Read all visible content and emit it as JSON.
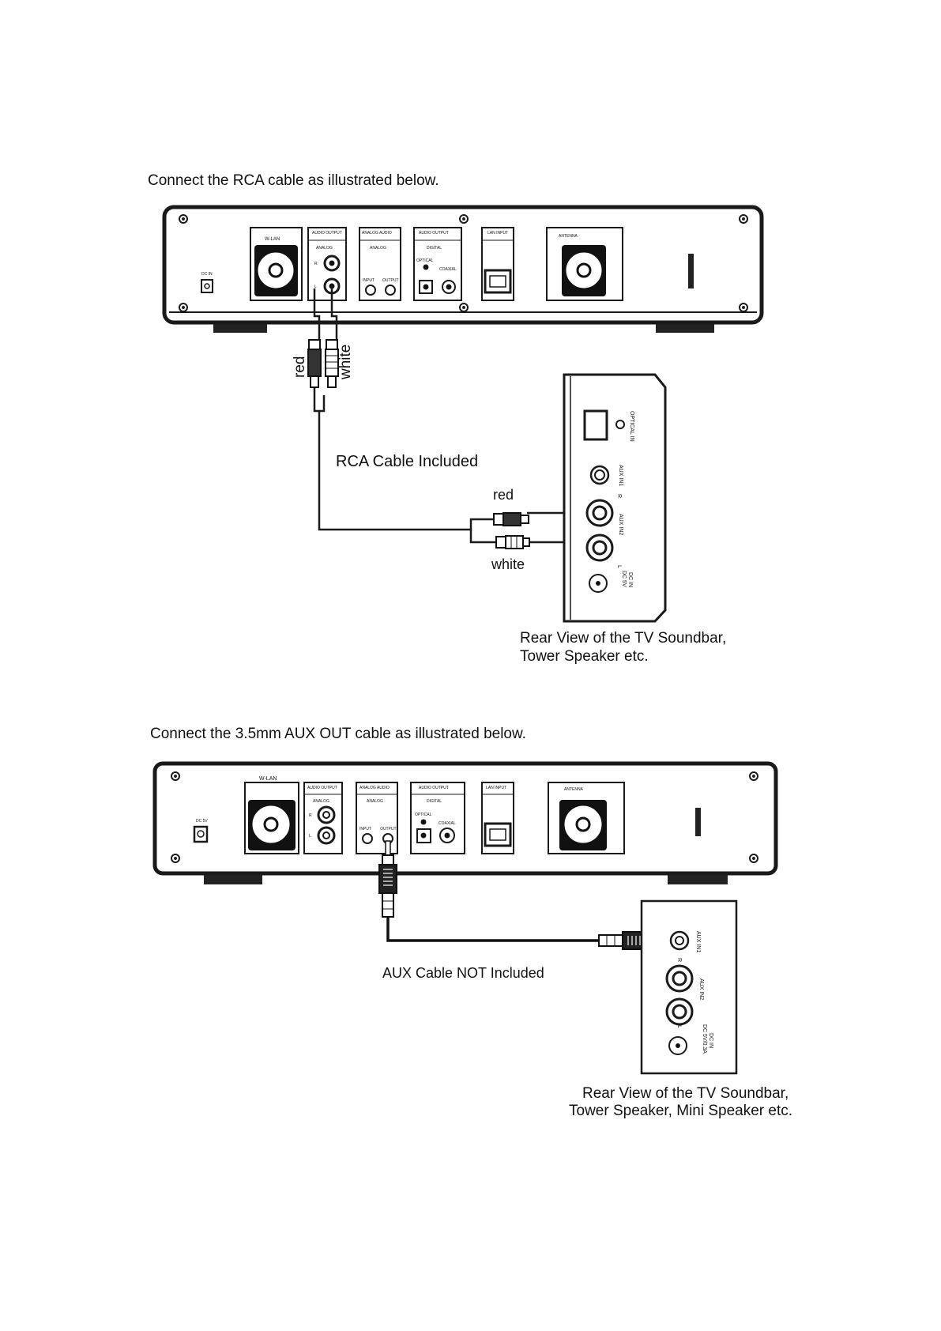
{
  "rca_section": {
    "caption": "Connect the RCA cable as illustrated below.",
    "cable_label": "RCA Cable Included",
    "plug_red": "red",
    "plug_white": "white",
    "plug_red_2": "red",
    "plug_white_2": "white",
    "speaker_caption_line1": "Rear View of the TV Soundbar,",
    "speaker_caption_line2": "Tower Speaker etc.",
    "speaker_labels": {
      "optical_in": "OPTICAL IN",
      "aux_in1": "AUX IN1",
      "aux_in2": "AUX IN2",
      "r": "R",
      "l": "L",
      "dc_in": "DC IN",
      "dc_rating": "DC 5V"
    }
  },
  "aux_section": {
    "caption": "Connect the 3.5mm AUX OUT cable as illustrated below.",
    "cable_label": "AUX Cable NOT Included",
    "speaker_caption_line1": "Rear View of the TV Soundbar,",
    "speaker_caption_line2": "Tower Speaker, Mini Speaker etc.",
    "speaker_labels": {
      "aux_in1": "AUX IN1",
      "aux_in2": "AUX IN2",
      "r": "R",
      "l": "L",
      "dc_in": "DC IN",
      "dc_rating": "DC 5V/0.3A"
    }
  },
  "device_labels": {
    "dc_in": "DC IN",
    "dc_5v": "DC 5V",
    "wlan": "W-LAN",
    "audio_output": "AUDIO OUTPUT",
    "analog_audio": "ANALOG AUDIO",
    "analog": "ANALOG",
    "audio_output_digital": "AUDIO OUTPUT",
    "digital": "DIGITAL",
    "optical": "OPTICAL",
    "coaxial": "COAXIAL",
    "lan_input": "LAN INPUT",
    "antenna": "ANTENNA",
    "input": "INPUT",
    "output": "OUTPUT",
    "r": "R",
    "l": "L"
  },
  "colors": {
    "line": "#1a1a1a",
    "plug_red": "#333333",
    "plug_white": "#ffffff"
  }
}
